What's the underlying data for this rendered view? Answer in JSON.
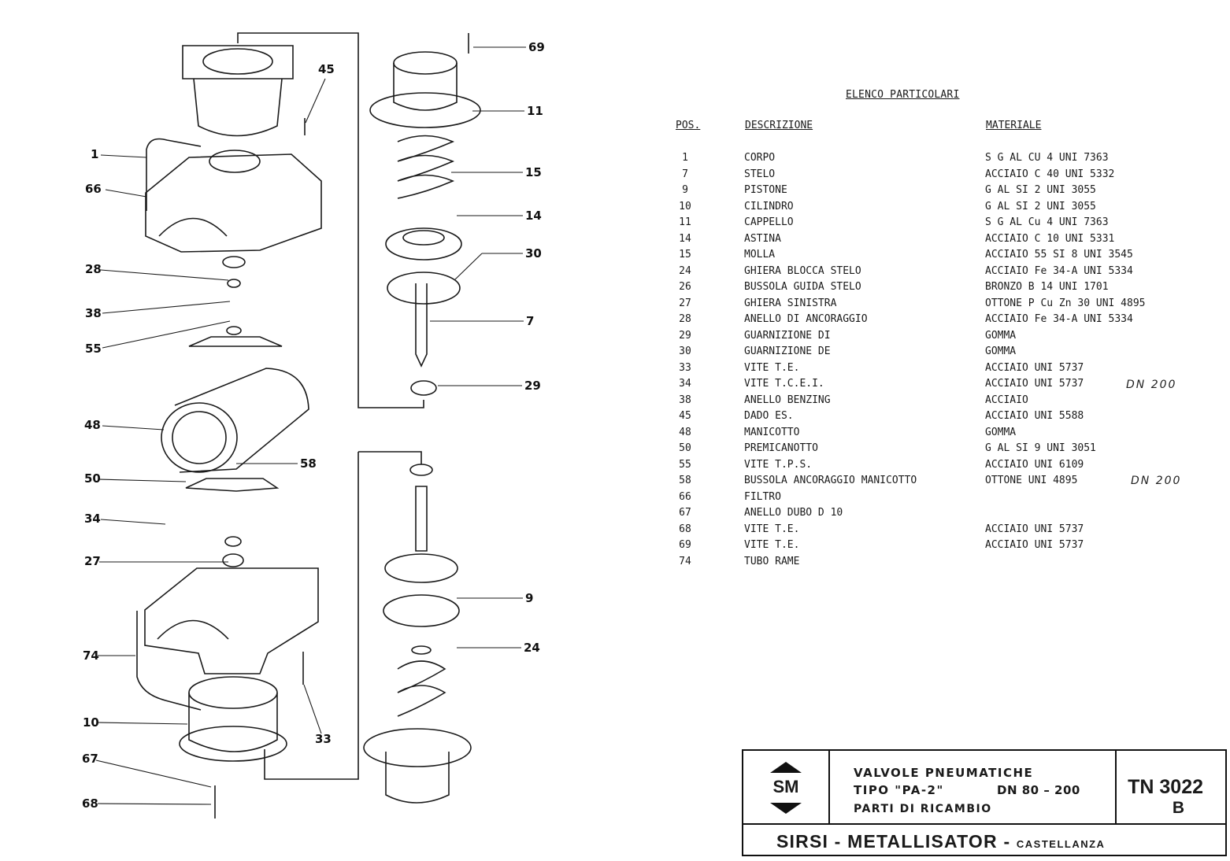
{
  "callouts": {
    "c1": "1",
    "c66": "66",
    "c28": "28",
    "c38": "38",
    "c55": "55",
    "c48": "48",
    "c50": "50",
    "c34": "34",
    "c27": "27",
    "c74": "74",
    "c10": "10",
    "c67": "67",
    "c68": "68",
    "c45": "45",
    "c58": "58",
    "c33": "33",
    "c69": "69",
    "c11": "11",
    "c15": "15",
    "c14": "14",
    "c30": "30",
    "c7": "7",
    "c29": "29",
    "c9": "9",
    "c24": "24"
  },
  "parts_list": {
    "title": "ELENCO PARTICOLARI",
    "headers": {
      "pos": "POS.",
      "description": "DESCRIZIONE",
      "material": "MATERIALE"
    },
    "rows": [
      {
        "pos": "1",
        "description": "CORPO",
        "material": "S G AL CU 4 UNI 7363"
      },
      {
        "pos": "7",
        "description": "STELO",
        "material": "ACCIAIO C 40 UNI 5332"
      },
      {
        "pos": "9",
        "description": "PISTONE",
        "material": "G AL SI 2 UNI 3055"
      },
      {
        "pos": "10",
        "description": "CILINDRO",
        "material": "G AL SI 2 UNI 3055"
      },
      {
        "pos": "11",
        "description": "CAPPELLO",
        "material": "S G AL Cu 4 UNI 7363"
      },
      {
        "pos": "14",
        "description": "ASTINA",
        "material": "ACCIAIO C 10 UNI 5331"
      },
      {
        "pos": "15",
        "description": "MOLLA",
        "material": "ACCIAIO 55 SI 8 UNI 3545"
      },
      {
        "pos": "24",
        "description": "GHIERA BLOCCA STELO",
        "material": "ACCIAIO Fe 34-A UNI 5334"
      },
      {
        "pos": "26",
        "description": "BUSSOLA GUIDA STELO",
        "material": "BRONZO B 14 UNI 1701"
      },
      {
        "pos": "27",
        "description": "GHIERA SINISTRA",
        "material": "OTTONE P Cu Zn 30 UNI 4895"
      },
      {
        "pos": "28",
        "description": "ANELLO DI ANCORAGGIO",
        "material": "ACCIAIO Fe 34-A UNI 5334"
      },
      {
        "pos": "29",
        "description": "GUARNIZIONE DI",
        "material": "GOMMA"
      },
      {
        "pos": "30",
        "description": "GUARNIZIONE DE",
        "material": "GOMMA"
      },
      {
        "pos": "33",
        "description": "VITE T.E.",
        "material": "ACCIAIO UNI 5737"
      },
      {
        "pos": "34",
        "description": "VITE T.C.E.I.",
        "material": "ACCIAIO UNI 5737"
      },
      {
        "pos": "38",
        "description": "ANELLO BENZING",
        "material": "ACCIAIO"
      },
      {
        "pos": "45",
        "description": "DADO ES.",
        "material": "ACCIAIO UNI 5588"
      },
      {
        "pos": "48",
        "description": "MANICOTTO",
        "material": "GOMMA"
      },
      {
        "pos": "50",
        "description": "PREMICANOTTO",
        "material": "G AL SI 9 UNI 3051"
      },
      {
        "pos": "55",
        "description": "VITE T.P.S.",
        "material": "ACCIAIO UNI 6109"
      },
      {
        "pos": "58",
        "description": "BUSSOLA ANCORAGGIO MANICOTTO",
        "material": "OTTONE UNI 4895"
      },
      {
        "pos": "66",
        "description": "FILTRO",
        "material": ""
      },
      {
        "pos": "67",
        "description": "ANELLO DUBO D 10",
        "material": ""
      },
      {
        "pos": "68",
        "description": "VITE T.E.",
        "material": "ACCIAIO UNI 5737"
      },
      {
        "pos": "69",
        "description": "VITE T.E.",
        "material": "ACCIAIO UNI 5737"
      },
      {
        "pos": "74",
        "description": "TUBO RAME",
        "material": ""
      }
    ],
    "handwritten_notes": {
      "row34": "DN 200",
      "row58": "DN 200"
    }
  },
  "title_block": {
    "logo_text": "SM",
    "line1": "VALVOLE   PNEUMATICHE",
    "line2_type": "TIPO \"PA-2\"",
    "line2_dn": "DN 80 – 200",
    "line3": "PARTI  DI RICAMBIO",
    "drawing_code": "TN 3022",
    "revision": "B",
    "company": "SIRSI - METALLISATOR",
    "city": "CASTELLANZA"
  }
}
